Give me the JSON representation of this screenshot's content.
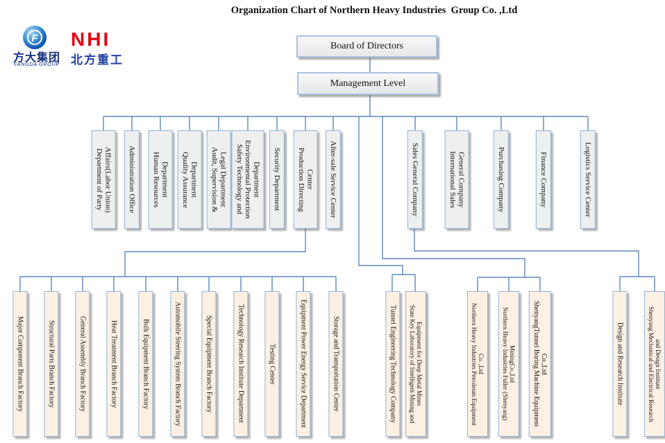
{
  "title": "Organization Chart of Northern Heavy Industries  Group Co. ,Ltd",
  "logos": {
    "fangda": {
      "symbol": "F",
      "name_cn": "方大集团",
      "name_en": "FANGDA GROUP"
    },
    "nhi": {
      "abbr": "NHI",
      "name_cn": "北方重工"
    }
  },
  "hierarchy": {
    "level1": {
      "label": "Board of Directors"
    },
    "level2": {
      "label": "Management Level"
    }
  },
  "middle_row": [
    {
      "label": "Department of Party\nAffairs(Labor Union)"
    },
    {
      "label": "Administration Office"
    },
    {
      "label": "Human Resources\nDepartment"
    },
    {
      "label": "Quality Assurance\nDepartment"
    },
    {
      "label": "Audit, Supervision &\nLegal Department"
    },
    {
      "label": "Safety Technology and\nEnvironmental Protection\nDepartment"
    },
    {
      "label": "Security Department"
    },
    {
      "label": "Production Directing\nCenter"
    },
    {
      "label": "After-sale Service Center"
    },
    {
      "label": "Sales General Company"
    },
    {
      "label": "International Sales\nGeneral Company"
    },
    {
      "label": "Purchasing Company"
    },
    {
      "label": "Finance Company"
    },
    {
      "label": "Logistics Service Center"
    }
  ],
  "bottom_row": [
    {
      "label": "Major Component Branch Factory"
    },
    {
      "label": "Structural Parts Branch Factory"
    },
    {
      "label": "General Assembly Branch Factory"
    },
    {
      "label": "Heat Treatment Branch Factory"
    },
    {
      "label": "Bulk Equipment Branch Factory"
    },
    {
      "label": "Automobile Steering System Branch Factory"
    },
    {
      "label": "Special Equipment Branch Factory"
    },
    {
      "label": "Technology Research Institute Department"
    },
    {
      "label": "Testing Center"
    },
    {
      "label": "Equipment Power Energy Service Department"
    },
    {
      "label": "Storage and Transportation Center"
    },
    {
      "label": "Tunnel Engineering Technology Company"
    },
    {
      "label": "State Key Laboratory of Intelligent Mining and\nEquipment for Deep Metal Mines"
    },
    {
      "label": "Northern Heavy Industries Petroleum Equipment\nCo. ,Ltd"
    },
    {
      "label": "Northern Heavy Industries Fuller (Shenyang)\nMiningCo.,Ltd"
    },
    {
      "label": "ShenyangTunnel Boring Machine Equipment\nCo.,Ltd"
    },
    {
      "label": "Design and Research Institute"
    },
    {
      "label": "Shenyang Mechanical and Electrical Research\nand Design Institute"
    }
  ],
  "colors": {
    "connector_line": "#5b87bb",
    "box_border": "#8fb2d8",
    "middle_box_bg": "#eeefef",
    "bottom_box_bg": "#fcf0e3",
    "top_box_bg": "#efefef",
    "nhi_red": "#e60012",
    "nhi_blue": "#2143a0",
    "fangda_navy": "#15307a"
  }
}
